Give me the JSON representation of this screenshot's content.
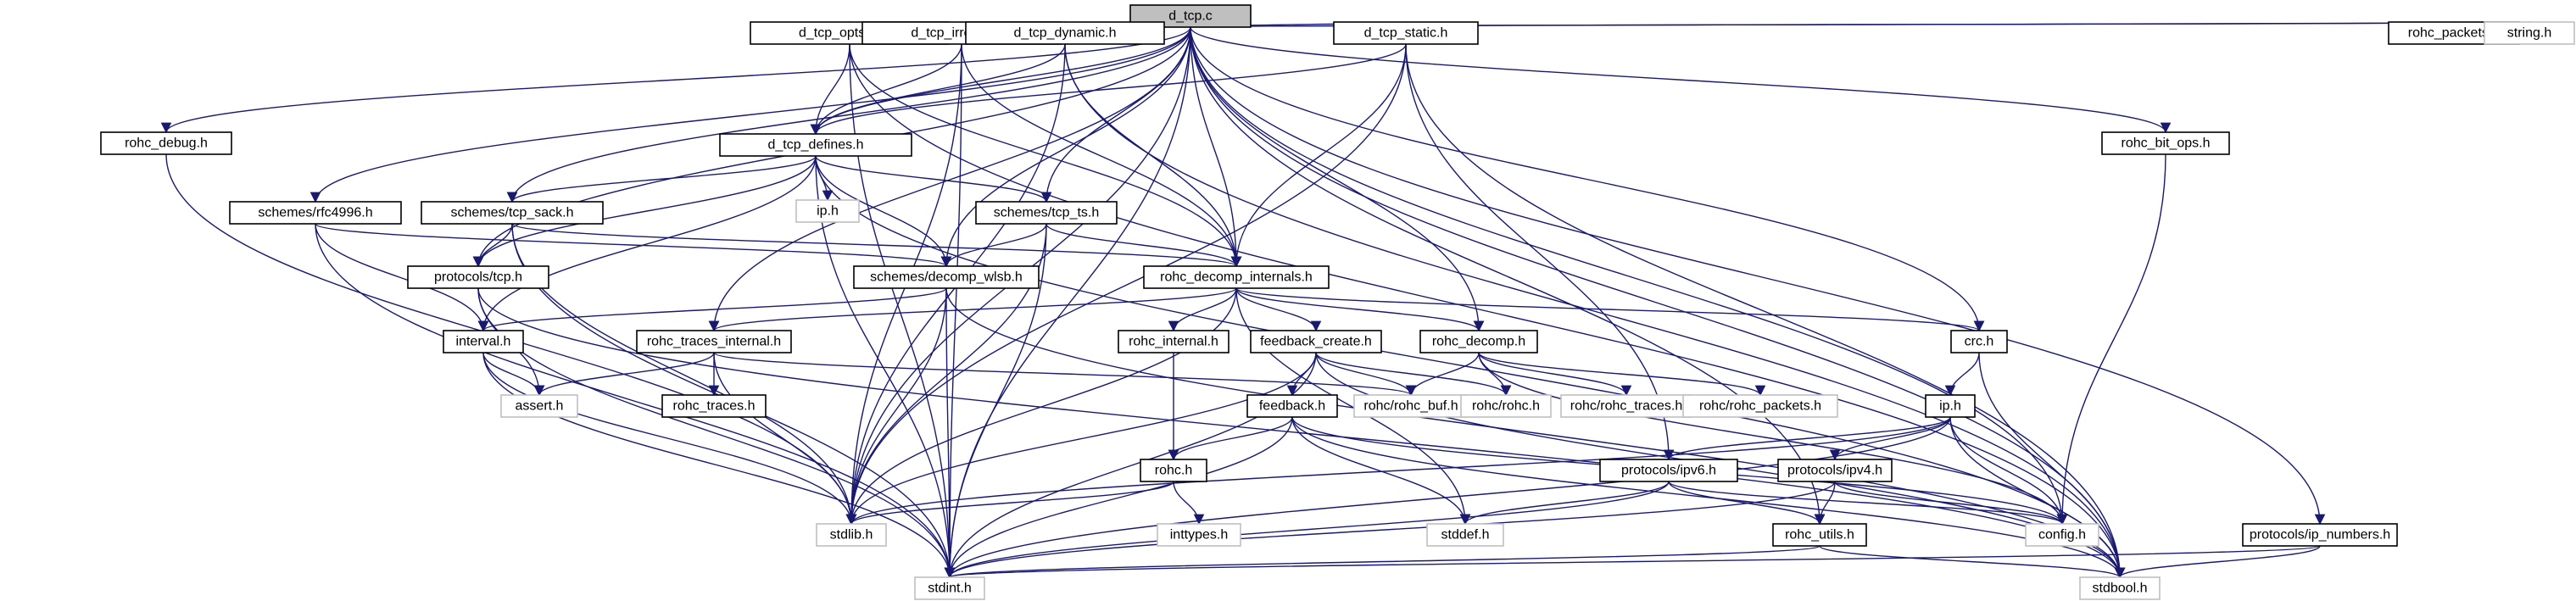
{
  "title": "d_tcp.c include dependency graph",
  "colors": {
    "edge": "#191970",
    "root_fill": "#bfbfbf",
    "local_border": "#000000",
    "system_border": "#bfbfbf"
  },
  "nodes": [
    {
      "id": "d_tcp_c",
      "label": "d_tcp.c",
      "kind": "root"
    },
    {
      "id": "d_tcp_opts_list_h",
      "label": "d_tcp_opts_list.h",
      "kind": "local"
    },
    {
      "id": "d_tcp_irregular_h",
      "label": "d_tcp_irregular.h",
      "kind": "local"
    },
    {
      "id": "d_tcp_dynamic_h",
      "label": "d_tcp_dynamic.h",
      "kind": "local"
    },
    {
      "id": "d_tcp_static_h",
      "label": "d_tcp_static.h",
      "kind": "local"
    },
    {
      "id": "rohc_packets_h",
      "label": "rohc_packets.h",
      "kind": "local"
    },
    {
      "id": "string_h",
      "label": "string.h",
      "kind": "system"
    },
    {
      "id": "rohc_debug_h",
      "label": "rohc_debug.h",
      "kind": "local"
    },
    {
      "id": "d_tcp_defines_h",
      "label": "d_tcp_defines.h",
      "kind": "local"
    },
    {
      "id": "rohc_bit_ops_h",
      "label": "rohc_bit_ops.h",
      "kind": "local"
    },
    {
      "id": "ip_h_sys",
      "label": "ip.h",
      "kind": "system"
    },
    {
      "id": "schemes_rfc4996_h",
      "label": "schemes/rfc4996.h",
      "kind": "local"
    },
    {
      "id": "schemes_tcp_sack_h",
      "label": "schemes/tcp_sack.h",
      "kind": "local"
    },
    {
      "id": "schemes_tcp_ts_h",
      "label": "schemes/tcp_ts.h",
      "kind": "local"
    },
    {
      "id": "protocols_tcp_h",
      "label": "protocols/tcp.h",
      "kind": "local"
    },
    {
      "id": "schemes_decomp_wlsb_h",
      "label": "schemes/decomp_wlsb.h",
      "kind": "local"
    },
    {
      "id": "rohc_decomp_internals_h",
      "label": "rohc_decomp_internals.h",
      "kind": "local"
    },
    {
      "id": "interval_h",
      "label": "interval.h",
      "kind": "local"
    },
    {
      "id": "rohc_traces_internal_h",
      "label": "rohc_traces_internal.h",
      "kind": "local"
    },
    {
      "id": "rohc_internal_h",
      "label": "rohc_internal.h",
      "kind": "local"
    },
    {
      "id": "feedback_create_h",
      "label": "feedback_create.h",
      "kind": "local"
    },
    {
      "id": "rohc_decomp_h",
      "label": "rohc_decomp.h",
      "kind": "local"
    },
    {
      "id": "crc_h",
      "label": "crc.h",
      "kind": "local"
    },
    {
      "id": "assert_h",
      "label": "assert.h",
      "kind": "system"
    },
    {
      "id": "rohc_traces_h",
      "label": "rohc_traces.h",
      "kind": "local"
    },
    {
      "id": "feedback_h",
      "label": "feedback.h",
      "kind": "local"
    },
    {
      "id": "rohc_rohc_buf_h",
      "label": "rohc/rohc_buf.h",
      "kind": "system"
    },
    {
      "id": "rohc_rohc_h",
      "label": "rohc/rohc.h",
      "kind": "system"
    },
    {
      "id": "rohc_rohc_traces_h",
      "label": "rohc/rohc_traces.h",
      "kind": "system"
    },
    {
      "id": "rohc_rohc_packets_h",
      "label": "rohc/rohc_packets.h",
      "kind": "system"
    },
    {
      "id": "ip_h",
      "label": "ip.h",
      "kind": "local"
    },
    {
      "id": "rohc_h",
      "label": "rohc.h",
      "kind": "local"
    },
    {
      "id": "protocols_ipv6_h",
      "label": "protocols/ipv6.h",
      "kind": "local"
    },
    {
      "id": "protocols_ipv4_h",
      "label": "protocols/ipv4.h",
      "kind": "local"
    },
    {
      "id": "stdlib_h",
      "label": "stdlib.h",
      "kind": "system"
    },
    {
      "id": "inttypes_h",
      "label": "inttypes.h",
      "kind": "system"
    },
    {
      "id": "stddef_h",
      "label": "stddef.h",
      "kind": "system"
    },
    {
      "id": "rohc_utils_h",
      "label": "rohc_utils.h",
      "kind": "local"
    },
    {
      "id": "config_h",
      "label": "config.h",
      "kind": "system"
    },
    {
      "id": "protocols_ip_numbers_h",
      "label": "protocols/ip_numbers.h",
      "kind": "local"
    },
    {
      "id": "stdint_h",
      "label": "stdint.h",
      "kind": "system"
    },
    {
      "id": "stdbool_h",
      "label": "stdbool.h",
      "kind": "system"
    }
  ],
  "edges": [
    [
      "d_tcp_c",
      "d_tcp_opts_list_h"
    ],
    [
      "d_tcp_c",
      "d_tcp_irregular_h"
    ],
    [
      "d_tcp_c",
      "d_tcp_dynamic_h"
    ],
    [
      "d_tcp_c",
      "d_tcp_static_h"
    ],
    [
      "d_tcp_c",
      "rohc_packets_h"
    ],
    [
      "d_tcp_c",
      "string_h"
    ],
    [
      "d_tcp_c",
      "rohc_debug_h"
    ],
    [
      "d_tcp_c",
      "d_tcp_defines_h"
    ],
    [
      "d_tcp_c",
      "rohc_bit_ops_h"
    ],
    [
      "d_tcp_c",
      "schemes_rfc4996_h"
    ],
    [
      "d_tcp_c",
      "schemes_tcp_sack_h"
    ],
    [
      "d_tcp_c",
      "schemes_tcp_ts_h"
    ],
    [
      "d_tcp_c",
      "protocols_tcp_h"
    ],
    [
      "d_tcp_c",
      "schemes_decomp_wlsb_h"
    ],
    [
      "d_tcp_c",
      "rohc_decomp_internals_h"
    ],
    [
      "d_tcp_c",
      "rohc_traces_internal_h"
    ],
    [
      "d_tcp_c",
      "rohc_decomp_h"
    ],
    [
      "d_tcp_c",
      "crc_h"
    ],
    [
      "d_tcp_c",
      "rohc_utils_h"
    ],
    [
      "d_tcp_c",
      "config_h"
    ],
    [
      "d_tcp_c",
      "protocols_ip_numbers_h"
    ],
    [
      "d_tcp_c",
      "stdint_h"
    ],
    [
      "d_tcp_c",
      "stdbool_h"
    ],
    [
      "d_tcp_c",
      "stdlib_h"
    ],
    [
      "d_tcp_opts_list_h",
      "d_tcp_defines_h"
    ],
    [
      "d_tcp_opts_list_h",
      "rohc_decomp_internals_h"
    ],
    [
      "d_tcp_opts_list_h",
      "stdint_h"
    ],
    [
      "d_tcp_opts_list_h",
      "stdbool_h"
    ],
    [
      "d_tcp_irregular_h",
      "d_tcp_defines_h"
    ],
    [
      "d_tcp_irregular_h",
      "rohc_decomp_internals_h"
    ],
    [
      "d_tcp_irregular_h",
      "stdint_h"
    ],
    [
      "d_tcp_irregular_h",
      "stdlib_h"
    ],
    [
      "d_tcp_dynamic_h",
      "d_tcp_defines_h"
    ],
    [
      "d_tcp_dynamic_h",
      "rohc_decomp_internals_h"
    ],
    [
      "d_tcp_dynamic_h",
      "stdlib_h"
    ],
    [
      "d_tcp_dynamic_h",
      "stdbool_h"
    ],
    [
      "d_tcp_static_h",
      "d_tcp_defines_h"
    ],
    [
      "d_tcp_static_h",
      "rohc_decomp_internals_h"
    ],
    [
      "d_tcp_static_h",
      "stdlib_h"
    ],
    [
      "d_tcp_static_h",
      "stdbool_h"
    ],
    [
      "d_tcp_static_h",
      "protocols_ipv6_h"
    ],
    [
      "d_tcp_defines_h",
      "ip_h_sys"
    ],
    [
      "d_tcp_defines_h",
      "schemes_tcp_sack_h"
    ],
    [
      "d_tcp_defines_h",
      "schemes_tcp_ts_h"
    ],
    [
      "d_tcp_defines_h",
      "protocols_tcp_h"
    ],
    [
      "d_tcp_defines_h",
      "schemes_decomp_wlsb_h"
    ],
    [
      "d_tcp_defines_h",
      "interval_h"
    ],
    [
      "d_tcp_defines_h",
      "stdint_h"
    ],
    [
      "d_tcp_defines_h",
      "stdbool_h"
    ],
    [
      "rohc_debug_h",
      "stdlib_h"
    ],
    [
      "rohc_bit_ops_h",
      "config_h"
    ],
    [
      "schemes_rfc4996_h",
      "schemes_decomp_wlsb_h"
    ],
    [
      "schemes_rfc4996_h",
      "interval_h"
    ],
    [
      "schemes_rfc4996_h",
      "stdint_h"
    ],
    [
      "schemes_tcp_sack_h",
      "protocols_tcp_h"
    ],
    [
      "schemes_tcp_sack_h",
      "rohc_decomp_internals_h"
    ],
    [
      "schemes_tcp_sack_h",
      "stdint_h"
    ],
    [
      "schemes_tcp_sack_h",
      "stdlib_h"
    ],
    [
      "schemes_tcp_ts_h",
      "schemes_decomp_wlsb_h"
    ],
    [
      "schemes_tcp_ts_h",
      "rohc_decomp_internals_h"
    ],
    [
      "schemes_tcp_ts_h",
      "stdint_h"
    ],
    [
      "schemes_tcp_ts_h",
      "stdlib_h"
    ],
    [
      "protocols_tcp_h",
      "assert_h"
    ],
    [
      "protocols_tcp_h",
      "stdint_h"
    ],
    [
      "protocols_tcp_h",
      "stdbool_h"
    ],
    [
      "schemes_decomp_wlsb_h",
      "interval_h"
    ],
    [
      "schemes_decomp_wlsb_h",
      "stdint_h"
    ],
    [
      "schemes_decomp_wlsb_h",
      "stdlib_h"
    ],
    [
      "schemes_decomp_wlsb_h",
      "stdbool_h"
    ],
    [
      "rohc_decomp_internals_h",
      "rohc_traces_internal_h"
    ],
    [
      "rohc_decomp_internals_h",
      "rohc_internal_h"
    ],
    [
      "rohc_decomp_internals_h",
      "feedback_create_h"
    ],
    [
      "rohc_decomp_internals_h",
      "rohc_decomp_h"
    ],
    [
      "rohc_decomp_internals_h",
      "crc_h"
    ],
    [
      "rohc_decomp_internals_h",
      "stddef_h"
    ],
    [
      "rohc_decomp_internals_h",
      "stdlib_h"
    ],
    [
      "interval_h",
      "assert_h"
    ],
    [
      "interval_h",
      "stdint_h"
    ],
    [
      "interval_h",
      "stdlib_h"
    ],
    [
      "rohc_traces_internal_h",
      "assert_h"
    ],
    [
      "rohc_traces_internal_h",
      "rohc_traces_h"
    ],
    [
      "rohc_traces_internal_h",
      "rohc_rohc_buf_h"
    ],
    [
      "rohc_traces_internal_h",
      "stdlib_h"
    ],
    [
      "rohc_internal_h",
      "rohc_h"
    ],
    [
      "feedback_create_h",
      "feedback_h"
    ],
    [
      "feedback_create_h",
      "rohc_rohc_buf_h"
    ],
    [
      "feedback_create_h",
      "rohc_rohc_h"
    ],
    [
      "feedback_create_h",
      "stdint_h"
    ],
    [
      "feedback_create_h",
      "stdlib_h"
    ],
    [
      "feedback_create_h",
      "stdbool_h"
    ],
    [
      "rohc_decomp_h",
      "rohc_rohc_buf_h"
    ],
    [
      "rohc_decomp_h",
      "rohc_rohc_h"
    ],
    [
      "rohc_decomp_h",
      "rohc_rohc_traces_h"
    ],
    [
      "rohc_decomp_h",
      "rohc_rohc_packets_h"
    ],
    [
      "rohc_decomp_h",
      "config_h"
    ],
    [
      "crc_h",
      "ip_h"
    ],
    [
      "crc_h",
      "stdbool_h"
    ],
    [
      "feedback_h",
      "rohc_h"
    ],
    [
      "feedback_h",
      "stddef_h"
    ],
    [
      "feedback_h",
      "stdint_h"
    ],
    [
      "feedback_h",
      "stdbool_h"
    ],
    [
      "feedback_h",
      "config_h"
    ],
    [
      "rohc_h",
      "inttypes_h"
    ],
    [
      "rohc_h",
      "stdlib_h"
    ],
    [
      "ip_h",
      "protocols_ipv6_h"
    ],
    [
      "ip_h",
      "protocols_ipv4_h"
    ],
    [
      "ip_h",
      "stdlib_h"
    ],
    [
      "ip_h",
      "stdint_h"
    ],
    [
      "ip_h",
      "stdbool_h"
    ],
    [
      "ip_h",
      "config_h"
    ],
    [
      "protocols_ipv6_h",
      "stddef_h"
    ],
    [
      "protocols_ipv6_h",
      "stdint_h"
    ],
    [
      "protocols_ipv6_h",
      "rohc_utils_h"
    ],
    [
      "protocols_ipv6_h",
      "config_h"
    ],
    [
      "protocols_ipv4_h",
      "rohc_utils_h"
    ],
    [
      "protocols_ipv4_h",
      "stdint_h"
    ],
    [
      "protocols_ipv4_h",
      "config_h"
    ],
    [
      "rohc_utils_h",
      "stdint_h"
    ],
    [
      "rohc_utils_h",
      "stdbool_h"
    ],
    [
      "protocols_ip_numbers_h",
      "stdint_h"
    ],
    [
      "protocols_ip_numbers_h",
      "stdbool_h"
    ]
  ]
}
